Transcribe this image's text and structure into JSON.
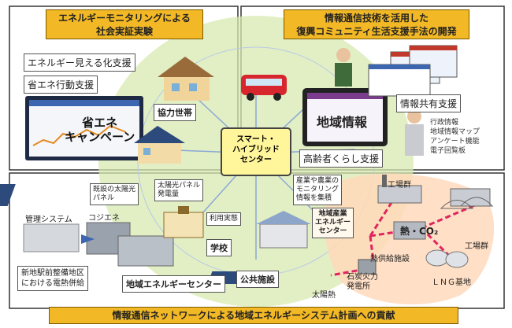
{
  "titles": {
    "top_left": [
      "エネルギーモニタリングによる",
      "社会実証実験"
    ],
    "top_right": [
      "情報通信技術を活用した",
      "復興コミュニティ生活支援手法の開発"
    ],
    "bottom": "情報通信ネットワークによる地域エネルギーシステム計画への貢献"
  },
  "center_hub": [
    "スマート・",
    "ハイブリッド",
    "センター"
  ],
  "left_panel": {
    "energy_visual": "エネルギー見える化支援",
    "energy_saving": "省エネ行動支援",
    "campaign": [
      "省エネ",
      "キャンペーン"
    ],
    "cooperating": "協力世帯"
  },
  "right_panel": {
    "regional_info": "地域情報",
    "info_share": "情報共有支援",
    "elderly": "高齢者くらし支援",
    "services": [
      "行政情報",
      "地域情報マップ",
      "アンケート機能",
      "電子回覧板"
    ]
  },
  "bottom_panel": {
    "existing_solar": [
      "既設の太陽光",
      "パネル"
    ],
    "solar_output": [
      "太陽光パネル",
      "発電量"
    ],
    "monitoring": [
      "産業や農業の",
      "モニタリング",
      "情報を集積"
    ],
    "usage": "利用実態",
    "mgmt": "管理システム",
    "cogen": "コジエネ",
    "station": [
      "新地駅前整備地区",
      "における電熱併給"
    ],
    "school": "学校",
    "energy_center": "地域エネルギーセンター",
    "public": "公共施設",
    "industrial_center": [
      "地域産業",
      "エネルギー",
      "センター"
    ],
    "factory1": "工場群",
    "factory2": "工場群",
    "heat_co2": "熱・CO₂",
    "heat_supply": "熱供給施設",
    "coal": [
      "石炭火力",
      "発電所"
    ],
    "solar_heat": "太陽熱",
    "lng": "ＬＮＧ基地"
  },
  "colors": {
    "title_bg": "#f2b825",
    "hub_bg": "#fff59a",
    "green_area": "#d8eab0",
    "industrial_area": "#ffd9bb",
    "dash_line": "#e0245e"
  }
}
